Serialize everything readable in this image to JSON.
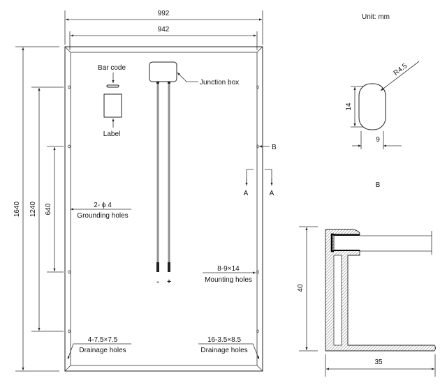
{
  "unit_label": "Unit: mm",
  "front_view": {
    "dim_outer_width": "992",
    "dim_inner_width": "942",
    "dim_height": "1640",
    "dim_mounting_spacing": "1240",
    "dim_grounding_spacing": "640",
    "bar_code": "Bar code",
    "label": "Label",
    "junction_box": "Junction box",
    "minus": "-",
    "plus": "+",
    "section_b": "B",
    "section_a_left": "A",
    "section_a_right": "A",
    "grounding_spec": "2- ϕ 4",
    "grounding_name": "Grounding holes",
    "mounting_spec": "8-9×14",
    "mounting_name": "Mounting holes",
    "drainage_left_spec": "4-7.5×7.5",
    "drainage_left_name": "Drainage holes",
    "drainage_right_spec": "16-3.5×8.5",
    "drainage_right_name": "Drainage holes"
  },
  "detail_b": {
    "radius": "R4.5",
    "height": "14",
    "width": "9",
    "title": "B"
  },
  "section_a": {
    "height": "40",
    "width": "35"
  }
}
